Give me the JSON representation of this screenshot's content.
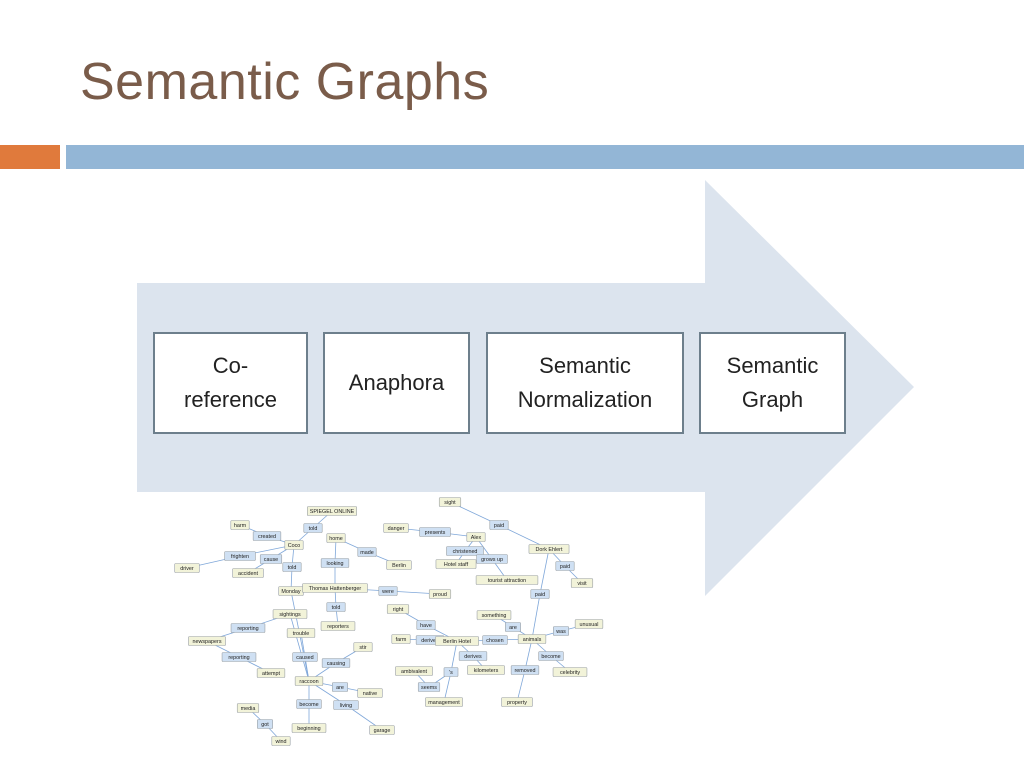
{
  "title": "Semantic Graphs",
  "colors": {
    "accent_orange": "#e07a3c",
    "accent_blue": "#93b6d6",
    "arrow_fill": "#dce4ee",
    "title_color": "#7a5c4a"
  },
  "steps": [
    "Co-\nreference",
    "Anaphora",
    "Semantic\nNormalization",
    "Semantic\nGraph"
  ],
  "graph": {
    "nodes": [
      {
        "id": "spiegel",
        "label": "SPIEGEL ONLINE",
        "kind": "entity"
      },
      {
        "id": "told1",
        "label": "told",
        "kind": "relation"
      },
      {
        "id": "harm",
        "label": "harm",
        "kind": "entity"
      },
      {
        "id": "created",
        "label": "created",
        "kind": "relation"
      },
      {
        "id": "coco",
        "label": "Coco",
        "kind": "entity"
      },
      {
        "id": "frighten",
        "label": "frighten",
        "kind": "relation"
      },
      {
        "id": "cause",
        "label": "cause",
        "kind": "relation"
      },
      {
        "id": "driver",
        "label": "driver",
        "kind": "entity"
      },
      {
        "id": "accident",
        "label": "accident",
        "kind": "entity"
      },
      {
        "id": "told2",
        "label": "told",
        "kind": "relation"
      },
      {
        "id": "monday",
        "label": "Monday",
        "kind": "entity"
      },
      {
        "id": "home",
        "label": "home",
        "kind": "entity"
      },
      {
        "id": "looking",
        "label": "looking",
        "kind": "relation"
      },
      {
        "id": "made",
        "label": "made",
        "kind": "relation"
      },
      {
        "id": "berlin",
        "label": "Berlin",
        "kind": "entity"
      },
      {
        "id": "thomas",
        "label": "Thomas Hattenberger",
        "kind": "entity"
      },
      {
        "id": "were",
        "label": "were",
        "kind": "relation"
      },
      {
        "id": "proud",
        "label": "proud",
        "kind": "entity"
      },
      {
        "id": "told3",
        "label": "told",
        "kind": "relation"
      },
      {
        "id": "reporters",
        "label": "reporters",
        "kind": "entity"
      },
      {
        "id": "sightings",
        "label": "sightings",
        "kind": "entity"
      },
      {
        "id": "reporting1",
        "label": "reporting",
        "kind": "relation"
      },
      {
        "id": "newspapers",
        "label": "newspapers",
        "kind": "entity"
      },
      {
        "id": "reporting2",
        "label": "reporting",
        "kind": "relation"
      },
      {
        "id": "attempt",
        "label": "attempt",
        "kind": "entity"
      },
      {
        "id": "trouble",
        "label": "trouble",
        "kind": "entity"
      },
      {
        "id": "caused",
        "label": "caused",
        "kind": "relation"
      },
      {
        "id": "causing",
        "label": "causing",
        "kind": "relation"
      },
      {
        "id": "stir",
        "label": "stir",
        "kind": "entity"
      },
      {
        "id": "raccoon",
        "label": "raccoon",
        "kind": "entity"
      },
      {
        "id": "are1",
        "label": "are",
        "kind": "relation"
      },
      {
        "id": "native",
        "label": "native",
        "kind": "entity"
      },
      {
        "id": "become1",
        "label": "become",
        "kind": "relation"
      },
      {
        "id": "living",
        "label": "living",
        "kind": "relation"
      },
      {
        "id": "media",
        "label": "media",
        "kind": "entity"
      },
      {
        "id": "got",
        "label": "got",
        "kind": "relation"
      },
      {
        "id": "beginning",
        "label": "beginning",
        "kind": "entity"
      },
      {
        "id": "garage",
        "label": "garage",
        "kind": "entity"
      },
      {
        "id": "wind",
        "label": "wind",
        "kind": "entity"
      },
      {
        "id": "sight",
        "label": "sight",
        "kind": "entity"
      },
      {
        "id": "paid1",
        "label": "paid",
        "kind": "relation"
      },
      {
        "id": "danger",
        "label": "danger",
        "kind": "entity"
      },
      {
        "id": "presents",
        "label": "presents",
        "kind": "relation"
      },
      {
        "id": "alex",
        "label": "Alex",
        "kind": "entity"
      },
      {
        "id": "christened",
        "label": "christened",
        "kind": "relation"
      },
      {
        "id": "growsup",
        "label": "grows up",
        "kind": "relation"
      },
      {
        "id": "hotelstaff",
        "label": "Hotel staff",
        "kind": "entity"
      },
      {
        "id": "tourist",
        "label": "tourist attraction",
        "kind": "entity"
      },
      {
        "id": "dork",
        "label": "Dork Ehlert",
        "kind": "entity"
      },
      {
        "id": "paid2",
        "label": "paid",
        "kind": "relation"
      },
      {
        "id": "visit",
        "label": "visit",
        "kind": "entity"
      },
      {
        "id": "paid3",
        "label": "paid",
        "kind": "relation"
      },
      {
        "id": "right",
        "label": "right",
        "kind": "entity"
      },
      {
        "id": "have",
        "label": "have",
        "kind": "relation"
      },
      {
        "id": "farm",
        "label": "farm",
        "kind": "entity"
      },
      {
        "id": "derives1",
        "label": "derives",
        "kind": "relation"
      },
      {
        "id": "berlinhotel",
        "label": "Berlin Hotel",
        "kind": "entity"
      },
      {
        "id": "something",
        "label": "something",
        "kind": "entity"
      },
      {
        "id": "are2",
        "label": "are",
        "kind": "relation"
      },
      {
        "id": "chosen",
        "label": "chosen",
        "kind": "relation"
      },
      {
        "id": "animals",
        "label": "animals",
        "kind": "entity"
      },
      {
        "id": "was",
        "label": "was",
        "kind": "relation"
      },
      {
        "id": "unusual",
        "label": "unusual",
        "kind": "entity"
      },
      {
        "id": "derives2",
        "label": "derives",
        "kind": "relation"
      },
      {
        "id": "kilometers",
        "label": "kilometers",
        "kind": "entity"
      },
      {
        "id": "become2",
        "label": "become",
        "kind": "relation"
      },
      {
        "id": "celebrity",
        "label": "celebrity",
        "kind": "entity"
      },
      {
        "id": "ambivalent",
        "label": "ambivalent",
        "kind": "entity"
      },
      {
        "id": "s",
        "label": "'s",
        "kind": "relation"
      },
      {
        "id": "removed",
        "label": "removed",
        "kind": "relation"
      },
      {
        "id": "seems",
        "label": "seems",
        "kind": "relation"
      },
      {
        "id": "management",
        "label": "management",
        "kind": "entity"
      },
      {
        "id": "property",
        "label": "property",
        "kind": "entity"
      }
    ],
    "edges": [
      [
        "spiegel",
        "told1"
      ],
      [
        "told1",
        "coco"
      ],
      [
        "harm",
        "created"
      ],
      [
        "created",
        "coco"
      ],
      [
        "coco",
        "frighten"
      ],
      [
        "frighten",
        "driver"
      ],
      [
        "coco",
        "cause"
      ],
      [
        "cause",
        "accident"
      ],
      [
        "coco",
        "told2"
      ],
      [
        "told2",
        "monday"
      ],
      [
        "home",
        "looking"
      ],
      [
        "looking",
        "thomas"
      ],
      [
        "home",
        "made"
      ],
      [
        "made",
        "berlin"
      ],
      [
        "thomas",
        "were"
      ],
      [
        "were",
        "proud"
      ],
      [
        "thomas",
        "told3"
      ],
      [
        "told3",
        "reporters"
      ],
      [
        "monday",
        "thomas"
      ],
      [
        "sightings",
        "reporting1"
      ],
      [
        "reporting1",
        "newspapers"
      ],
      [
        "newspapers",
        "reporting2"
      ],
      [
        "reporting2",
        "attempt"
      ],
      [
        "trouble",
        "caused"
      ],
      [
        "caused",
        "raccoon"
      ],
      [
        "stir",
        "causing"
      ],
      [
        "causing",
        "raccoon"
      ],
      [
        "raccoon",
        "are1"
      ],
      [
        "are1",
        "native"
      ],
      [
        "raccoon",
        "become1"
      ],
      [
        "become1",
        "beginning"
      ],
      [
        "raccoon",
        "living"
      ],
      [
        "living",
        "garage"
      ],
      [
        "raccoon",
        "monday"
      ],
      [
        "sightings",
        "raccoon"
      ],
      [
        "media",
        "got"
      ],
      [
        "got",
        "wind"
      ],
      [
        "sight",
        "paid1"
      ],
      [
        "paid1",
        "dork"
      ],
      [
        "danger",
        "presents"
      ],
      [
        "presents",
        "alex"
      ],
      [
        "alex",
        "christened"
      ],
      [
        "christened",
        "hotelstaff"
      ],
      [
        "alex",
        "growsup"
      ],
      [
        "growsup",
        "tourist"
      ],
      [
        "dork",
        "paid2"
      ],
      [
        "paid2",
        "visit"
      ],
      [
        "dork",
        "paid3"
      ],
      [
        "paid3",
        "animals"
      ],
      [
        "right",
        "have"
      ],
      [
        "have",
        "berlinhotel"
      ],
      [
        "farm",
        "derives1"
      ],
      [
        "derives1",
        "berlinhotel"
      ],
      [
        "something",
        "are2"
      ],
      [
        "are2",
        "animals"
      ],
      [
        "berlinhotel",
        "chosen"
      ],
      [
        "chosen",
        "animals"
      ],
      [
        "animals",
        "was"
      ],
      [
        "was",
        "unusual"
      ],
      [
        "berlinhotel",
        "derives2"
      ],
      [
        "derives2",
        "kilometers"
      ],
      [
        "animals",
        "become2"
      ],
      [
        "become2",
        "celebrity"
      ],
      [
        "animals",
        "removed"
      ],
      [
        "removed",
        "property"
      ],
      [
        "ambivalent",
        "seems"
      ],
      [
        "seems",
        "s"
      ],
      [
        "s",
        "berlinhotel"
      ],
      [
        "s",
        "management"
      ]
    ]
  }
}
